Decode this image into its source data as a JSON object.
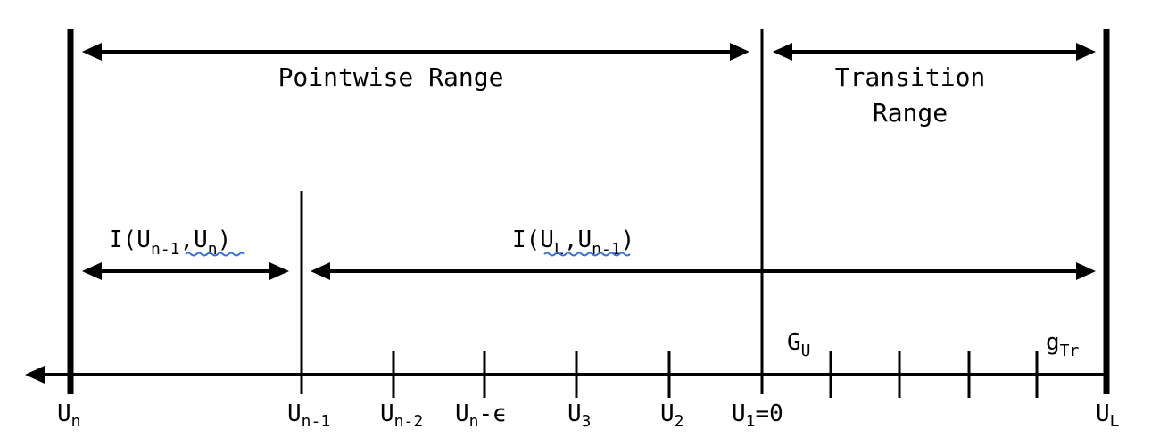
{
  "colors": {
    "ink": "#000000",
    "squiggle": "#3b6fd6",
    "background": "#ffffff"
  },
  "ranges": {
    "pointwise_label": "Pointwise Range",
    "transition_label_line1": "Transition",
    "transition_label_line2": "Range"
  },
  "intervals": {
    "left": {
      "prefix": "I(U",
      "sub1": "n-1",
      "mid": ",U",
      "sub2": "n",
      "suffix": ")"
    },
    "right": {
      "prefix": "I(U",
      "sub1": "L",
      "mid": ",U",
      "sub2": "n-1",
      "suffix": ")"
    }
  },
  "axis_labels": {
    "un": {
      "base": "U",
      "sub": "n",
      "tail": ""
    },
    "un1": {
      "base": "U",
      "sub": "n-1",
      "tail": ""
    },
    "un2": {
      "base": "U",
      "sub": "n-2",
      "tail": ""
    },
    "uneps": {
      "base": "U",
      "sub": "n",
      "tail": "-ϵ"
    },
    "u3": {
      "base": "U",
      "sub": "3",
      "tail": ""
    },
    "u2": {
      "base": "U",
      "sub": "2",
      "tail": ""
    },
    "u1": {
      "base": "U",
      "sub": "1",
      "tail": "=0"
    },
    "ul": {
      "base": "U",
      "sub": "L",
      "tail": ""
    }
  },
  "grid_labels": {
    "gu": {
      "base": "G",
      "sub": "U"
    },
    "gtr": {
      "base": "g",
      "sub": "Tr"
    }
  }
}
